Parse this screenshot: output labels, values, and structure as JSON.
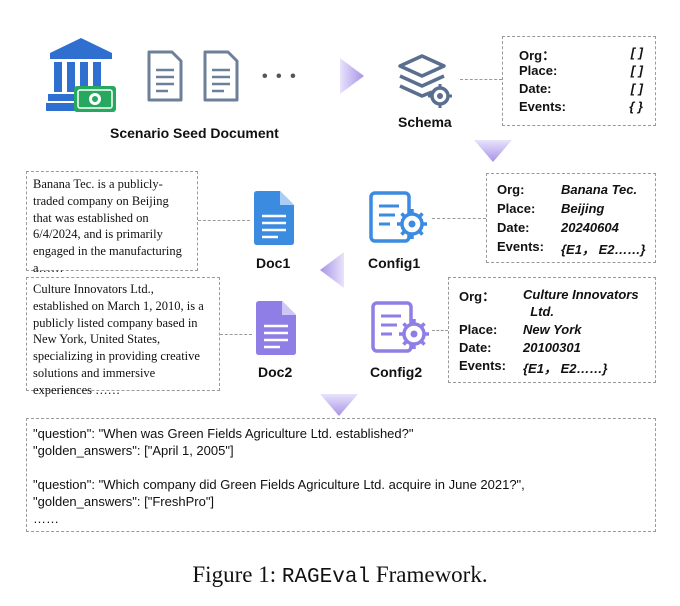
{
  "scenario_label": "Scenario Seed Document",
  "ellipsis": "• • •",
  "schema_label": "Schema",
  "schema_fields": [
    {
      "key": "Org：",
      "value": "[ ]"
    },
    {
      "key": "Place:",
      "value": "[ ]"
    },
    {
      "key": "Date:",
      "value": "[ ]"
    },
    {
      "key": "Events:",
      "value": "{ }"
    }
  ],
  "doc1": {
    "label": "Doc1",
    "text": "Banana Tec. is a publicly-\ntraded company on Beijing\nthat was established on\n6/4/2024, and is primarily\nengaged in the manufacturing\na……"
  },
  "config1": {
    "label": "Config1",
    "fields": [
      {
        "key": "Org:",
        "value": "Banana Tec."
      },
      {
        "key": "Place:",
        "value": "Beijing"
      },
      {
        "key": "Date:",
        "value": "20240604"
      },
      {
        "key": "Events:",
        "value": "{E1， E2……}"
      }
    ]
  },
  "doc2": {
    "label": "Doc2",
    "text": "Culture Innovators Ltd.,\nestablished on March 1, 2010, is a\npublicly listed company based in\nNew York, United States,\nspecializing in providing creative\nsolutions and immersive\nexperiences ……"
  },
  "config2": {
    "label": "Config2",
    "fields": [
      {
        "key": "Org：",
        "value": "Culture Innovators\n  Ltd."
      },
      {
        "key": "Place:",
        "value": "New York"
      },
      {
        "key": "Date:",
        "value": "20100301"
      },
      {
        "key": "Events:",
        "value": "{E1， E2……}"
      }
    ]
  },
  "qa_lines": [
    "\"question\": \"When was Green Fields Agriculture Ltd. established?\"",
    "\"golden_answers\": [\"April 1, 2005\"]",
    "",
    "\"question\": \"Which company did Green Fields Agriculture Ltd. acquire in June 2021?\",",
    "\"golden_answers\": [\"FreshPro\"]",
    "……"
  ],
  "caption": {
    "prefix": "Figure 1: ",
    "code": "RAGEval",
    "suffix": " Framework."
  },
  "colors": {
    "bank_blue": "#2f6fd0",
    "money_green": "#26a85f",
    "doc_gray": "#6e7f99",
    "schema_slate": "#5a6f8f",
    "doc1_blue": "#3b8be0",
    "doc2_purple": "#8e7ee6",
    "arrow_purple": "#a693e8",
    "dash_gray": "#9a9a9a"
  }
}
